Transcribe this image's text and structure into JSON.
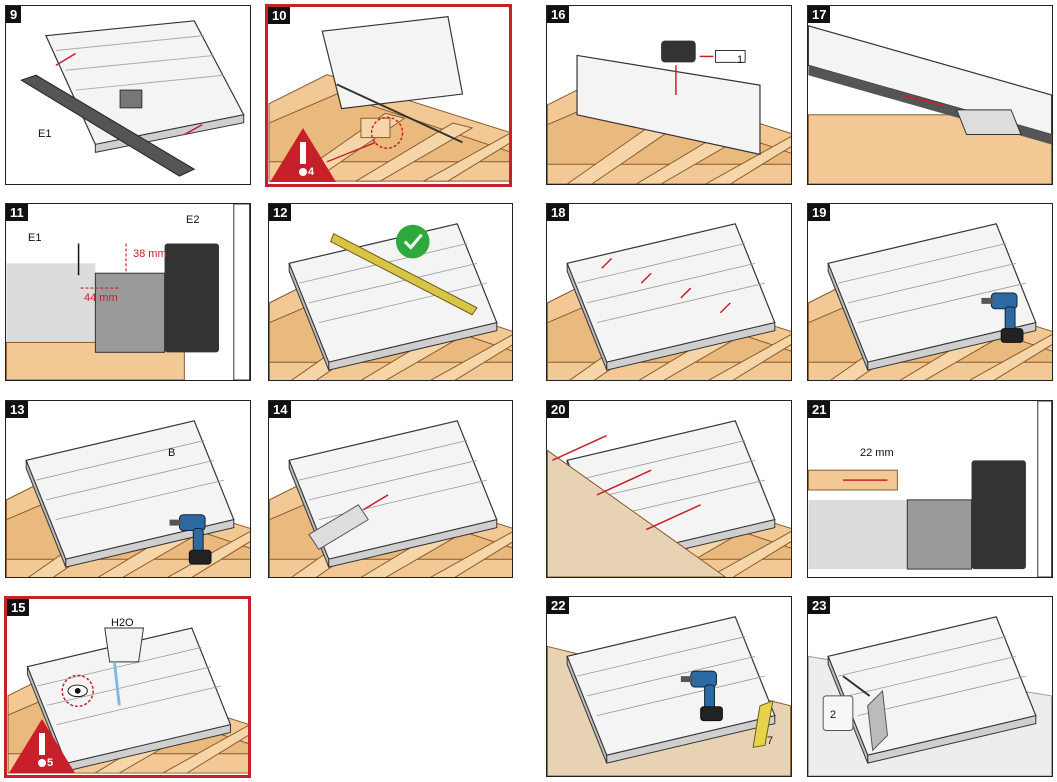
{
  "panels": [
    {
      "num": "9"
    },
    {
      "num": "10"
    },
    {
      "num": "16"
    },
    {
      "num": "17"
    },
    {
      "num": "11"
    },
    {
      "num": "12"
    },
    {
      "num": "18"
    },
    {
      "num": "19"
    },
    {
      "num": "13"
    },
    {
      "num": "14"
    },
    {
      "num": "20"
    },
    {
      "num": "21"
    },
    {
      "num": "15"
    },
    {
      "num": "22"
    },
    {
      "num": "23"
    }
  ],
  "labels": {
    "e1": "E1",
    "e2": "E2",
    "dim_38": "38 mm",
    "dim_44": "44 mm",
    "b": "B",
    "dim_22": "22 mm",
    "h2o": "H2O",
    "tube_1": "1",
    "can_2": "2",
    "tube_7": "7"
  },
  "warnings": {
    "w4": "4",
    "w5": "5"
  },
  "colors": {
    "warn": "#c8202a",
    "wood": "#f2c995",
    "wood_edge": "#8a5a2b",
    "steel": "#e6e6e6",
    "drill": "#2b6aa3",
    "check": "#2eaa3c"
  }
}
